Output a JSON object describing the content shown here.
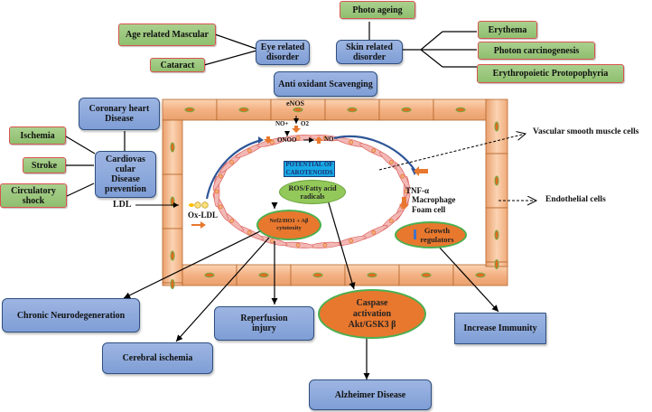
{
  "eye": {
    "hub": "Eye related disorder",
    "items": [
      "Age related Mascular",
      "Cataract"
    ]
  },
  "skin": {
    "hub": "Skin related disorder",
    "top": "Photo ageing",
    "items": [
      "Erythema",
      "Photon carcinogenesis",
      "Erythropoietic Protopophyria"
    ]
  },
  "antioxidant": "Anti oxidant Scavenging",
  "cardio": {
    "hub": "Cardiovas cular Disease prevention",
    "top": "Coronary heart Disease",
    "items": [
      "Ischemia",
      "Stroke",
      "Circulatory shock"
    ]
  },
  "vessel": {
    "enos": "eNOS",
    "no_o2": "NO+",
    "o2": "O2",
    "onoo": "ONOO",
    "no": "NO",
    "ldl": "LDL",
    "ox_ldl": "Ox-LDL",
    "center": "POTENTIAL OF CAROTENOIDS",
    "ros": "ROS/Fatty acid radicals",
    "nrf2": "Nrf2/HO1 + Aβ cytotoxity",
    "tnf": "TNF-α",
    "macrophage": "Macrophage Foam cell",
    "growth": "Growth regulators"
  },
  "annotations": {
    "vsmc": "Vascular smooth muscle cells",
    "endothelial": "Endothelial cells"
  },
  "outcomes": {
    "neuro": "Chronic Neurodegeneration",
    "cerebral": "Cerebral ischemia",
    "reperfusion": "Reperfusion injury",
    "caspase": "Caspase activation Akt/GSK3 β",
    "alzheimer": "Alzheimer Disease",
    "immunity": "Increase Immunity"
  },
  "colors": {
    "green_box": "#a9d08e",
    "blue_box": "#8eaadb",
    "box_red_border": "#d9534f",
    "vessel_wall": "#f4b183",
    "nucleus": "#70ad47",
    "orange_ellipse": "#e8782e",
    "lime_ellipse": "#93c95a",
    "cyan_box": "#18a9e6",
    "arc_blue": "#2e5597"
  }
}
